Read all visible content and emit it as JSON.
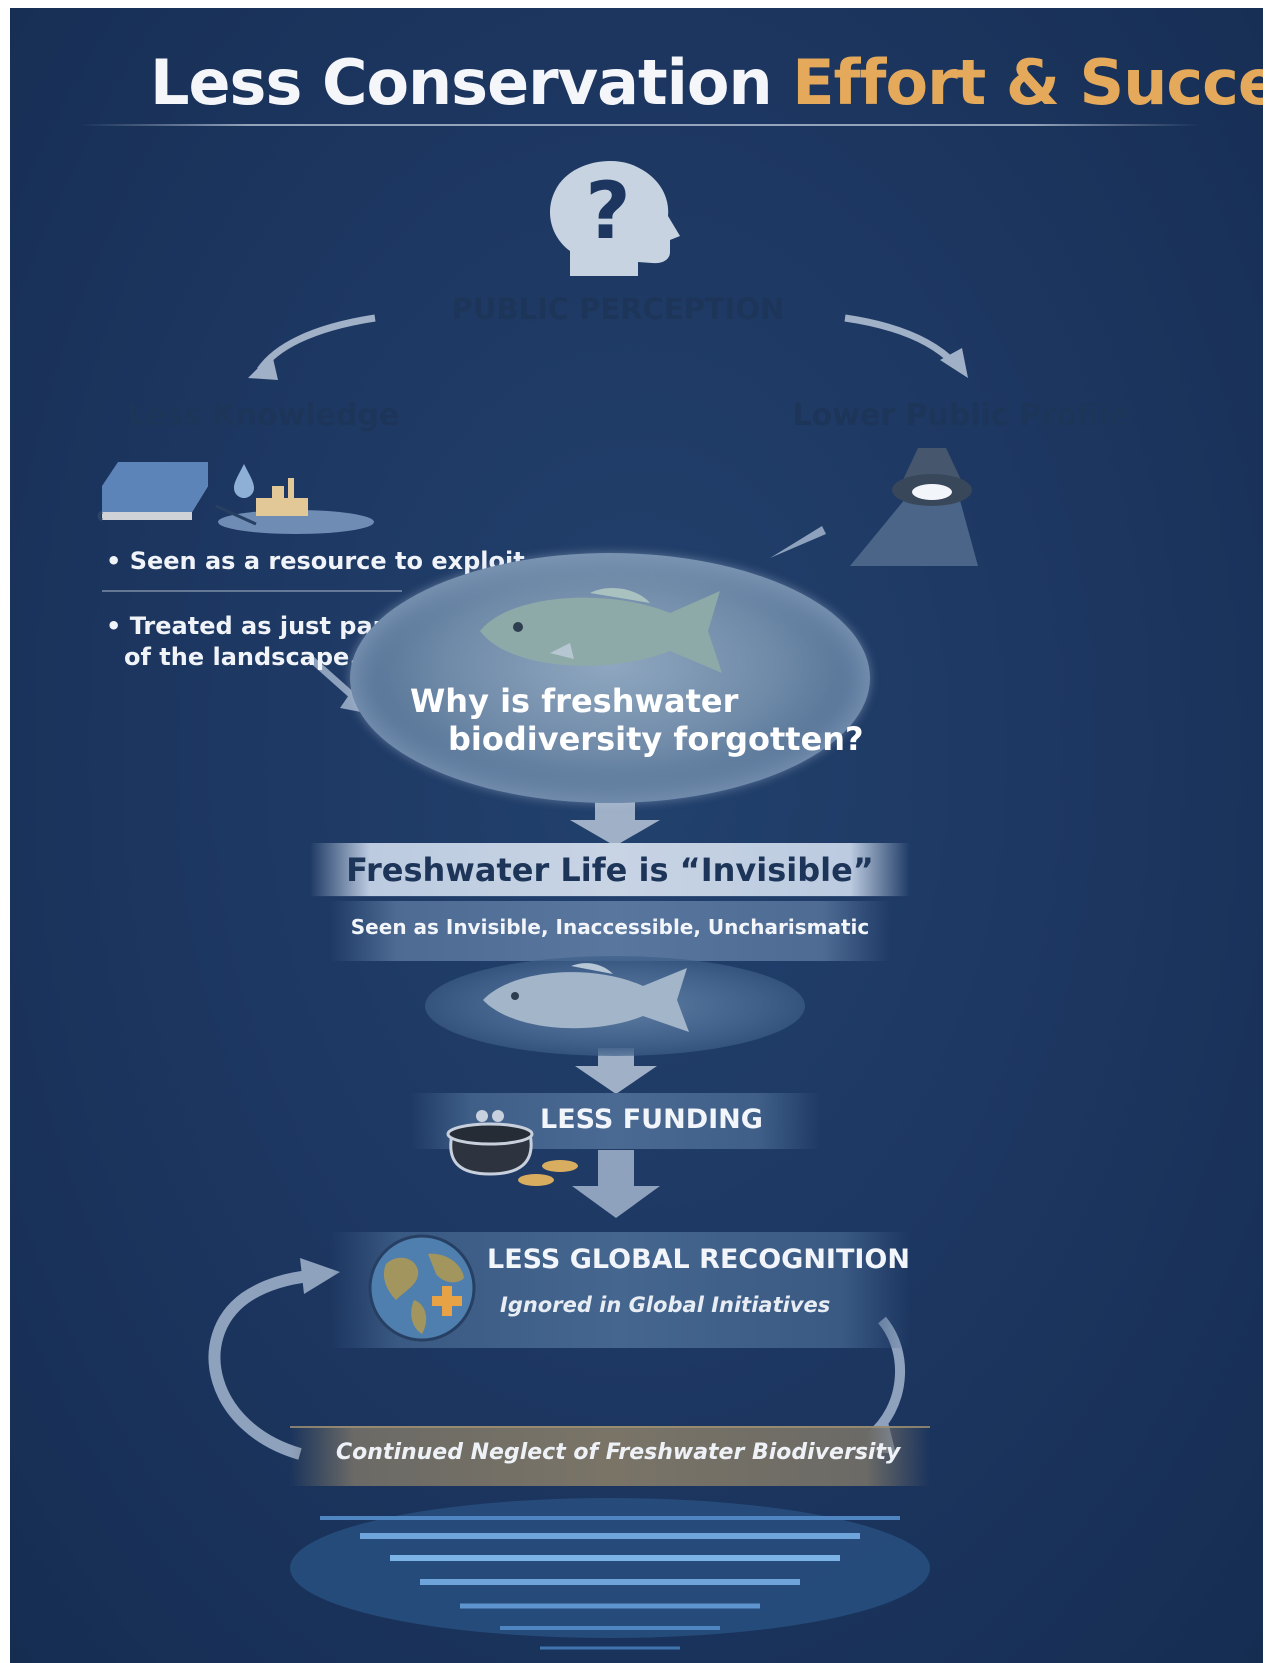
{
  "title": {
    "part1": "Less Conservation",
    "part2": "Effort & Success"
  },
  "colors": {
    "background": "#1c3660",
    "accent": "#e4a95a",
    "banner": "#d2dce9"
  },
  "icons": [
    "question-head-icon",
    "book-icon",
    "water-drop-icon",
    "factory-icon",
    "spotlight-icon",
    "fish-icon",
    "purse-icon",
    "coin-icon",
    "globe-icon",
    "cycle-arrow-icon",
    "water-ripple-icon"
  ],
  "nodes": {
    "public_perception": "PUBLIC PERCEPTION",
    "less_knowledge": "Less Knowledge",
    "lower_profile": "Lower Public Profile",
    "bullet1": "• Seen as a resource to exploit",
    "bullet2_line1": "• Treated as just part",
    "bullet2_line2": "of the landscape.",
    "question_line1": "Why is freshwater",
    "question_line2": "biodiversity forgotten?",
    "invisible_title": "Freshwater Life is “Invisible”",
    "invisible_sub": "Seen as Invisible, Inaccessible, Uncharismatic",
    "funding": "LESS FUNDING",
    "global": "LESS GLOBAL RECOGNITION",
    "global_sub": "Ignored in Global Initiatives",
    "neglect": "Continued Neglect of Freshwater Biodiversity"
  }
}
